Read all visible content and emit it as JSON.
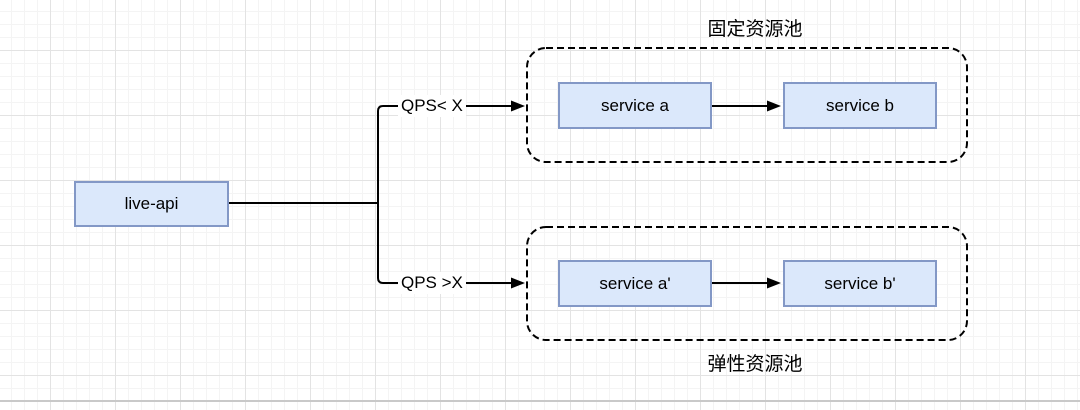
{
  "canvas": {
    "background": "#ffffff",
    "grid_minor_color": "#f4f4f4",
    "grid_major_color": "#e3e3e3",
    "page_edge_color": "#c9c9c9"
  },
  "nodes": {
    "live_api": {
      "label": "live-api"
    },
    "service_a": {
      "label": "service a"
    },
    "service_b": {
      "label": "service b"
    },
    "service_a_prime": {
      "label": "service a'"
    },
    "service_b_prime": {
      "label": "service b'"
    }
  },
  "pools": {
    "fixed": {
      "title": "固定资源池"
    },
    "elastic": {
      "title": "弹性资源池"
    }
  },
  "edges": {
    "qps_low": {
      "label": "QPS< X"
    },
    "qps_high": {
      "label": "QPS >X"
    }
  },
  "colors": {
    "node_fill": "#dbe8fb",
    "node_border": "#8398c6",
    "connector": "#000000",
    "pool_border": "#000000"
  }
}
